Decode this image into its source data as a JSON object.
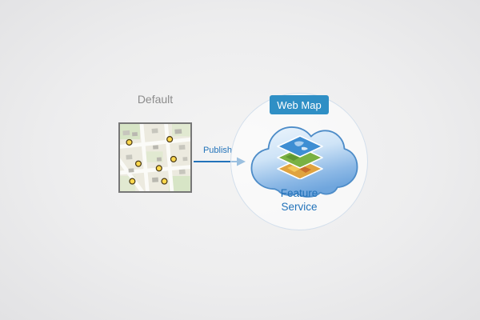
{
  "labels": {
    "default": "Default",
    "publish": "Publish",
    "web_map": "Web Map",
    "feature_service": "Feature Service"
  },
  "colors": {
    "accent_blue": "#2373ba",
    "badge_blue": "#2f8fc5",
    "circle_border": "#d3dfec",
    "map_border": "#777777",
    "marker_yellow": "#ffd84d",
    "default_gray": "#8c8c8c",
    "layer_top_blue": "#3e8ed3",
    "layer_mid_green": "#79b143",
    "layer_bottom_orange": "#e0a33f"
  },
  "map": {
    "marker_count": 7
  }
}
